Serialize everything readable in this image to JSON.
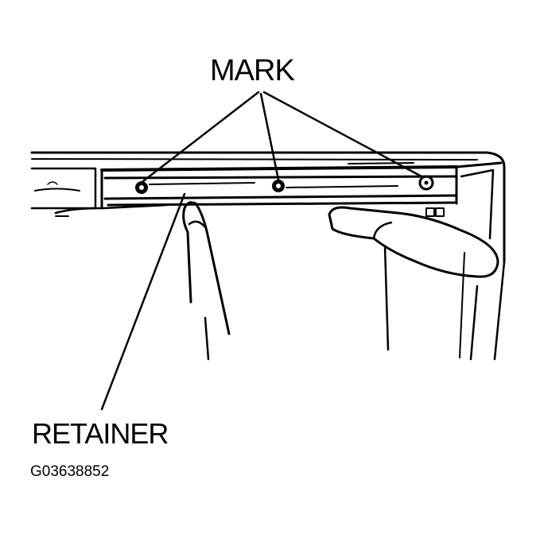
{
  "labels": {
    "mark": "MARK",
    "retainer": "RETAINER",
    "figure_code": "G03638852"
  },
  "colors": {
    "ink": "#000000",
    "background": "#ffffff"
  }
}
